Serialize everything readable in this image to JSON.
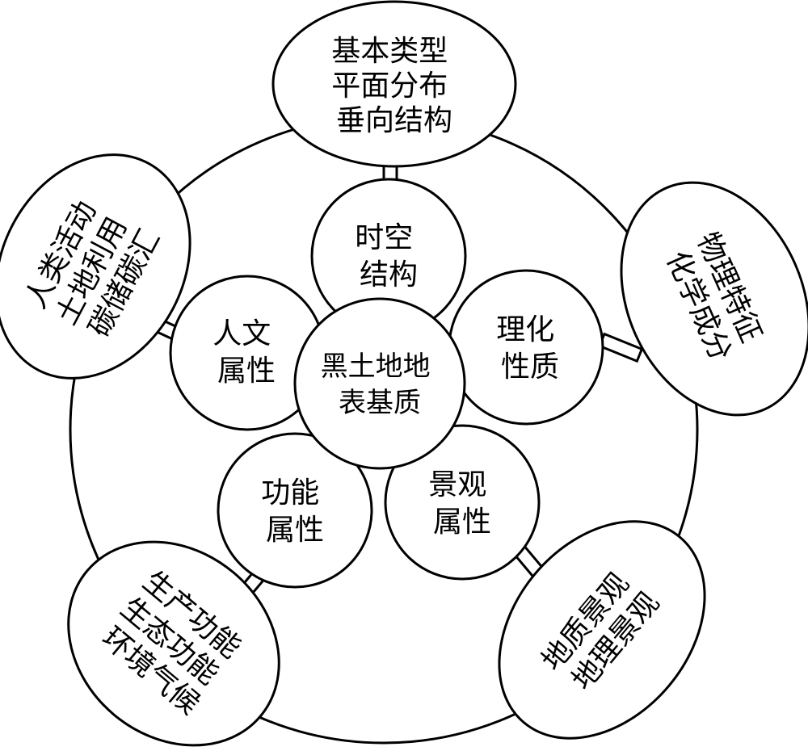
{
  "center": {
    "lines": [
      "黑土地地",
      "表基质"
    ]
  },
  "inner": {
    "spatiotemporal": {
      "lines": [
        "时空",
        "结构"
      ]
    },
    "physicochemical": {
      "lines": [
        "理化",
        "性质"
      ]
    },
    "landscape": {
      "lines": [
        "景观",
        "属性"
      ]
    },
    "functional": {
      "lines": [
        "功能",
        "属性"
      ]
    },
    "humanistic": {
      "lines": [
        "人文",
        "属性"
      ]
    }
  },
  "outer": {
    "structure": {
      "lines": [
        "基本类型",
        "平面分布",
        "垂向结构"
      ]
    },
    "physchem": {
      "lines": [
        "物理特征",
        "化学成分"
      ]
    },
    "landscape": {
      "lines": [
        "地质景观",
        "地理景观"
      ]
    },
    "function": {
      "lines": [
        "生产功能",
        "生态功能",
        "环境气候"
      ]
    },
    "human": {
      "lines": [
        "人类活动",
        "土地利用",
        "碳储碳汇"
      ]
    }
  }
}
